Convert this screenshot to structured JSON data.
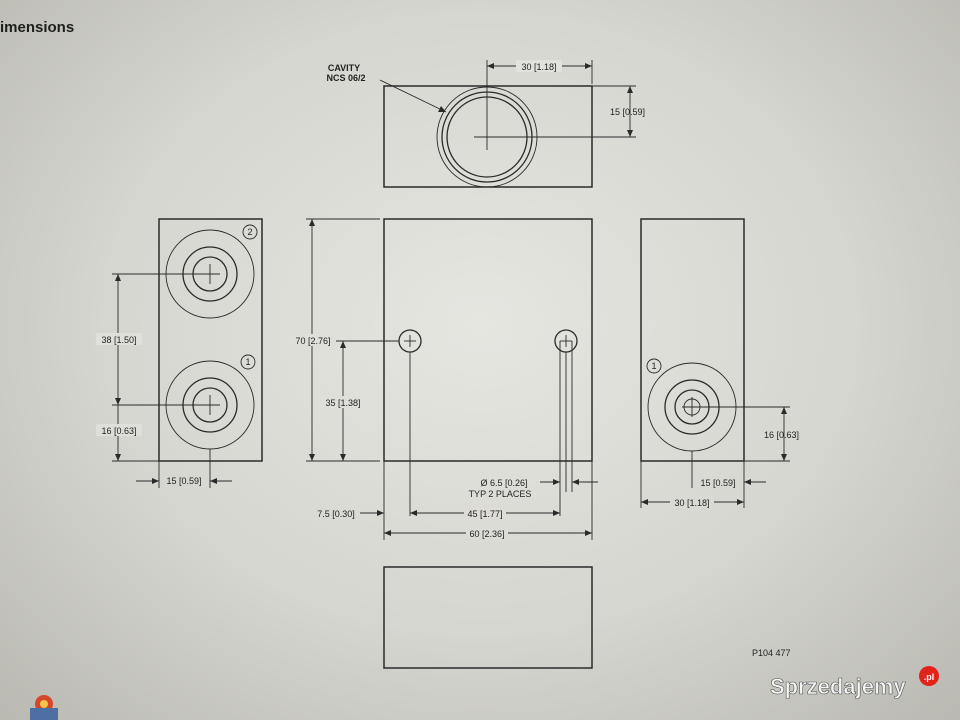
{
  "header": {
    "title": "imensions"
  },
  "labels": {
    "cavity_line1": "CAVITY",
    "cavity_line2": "NCS 06/2",
    "top_width": "30 [1.18]",
    "top_height": "15 [0.59]",
    "left_spacing": "38 [1.50]",
    "left_bottom": "16 [0.63]",
    "left_offset": "15 [0.59]",
    "port_2": "2",
    "port_1": "1",
    "port_1_right": "1",
    "total_height": "70 [2.76]",
    "hole_height": "35 [1.38]",
    "hole_dia": "Ø 6.5 [0.26]",
    "hole_typ": "TYP 2 PLACES",
    "hole_edge": "7.5 [0.30]",
    "hole_spacing": "45 [1.77]",
    "total_width": "60 [2.36]",
    "right_height": "16 [0.63]",
    "right_offset": "15 [0.59]",
    "right_width": "30 [1.18]",
    "part_number": "P104 477"
  },
  "watermark": {
    "brand": "Sprzedajemy",
    "tld": ".pl",
    "brand_color": "#e2231a"
  }
}
